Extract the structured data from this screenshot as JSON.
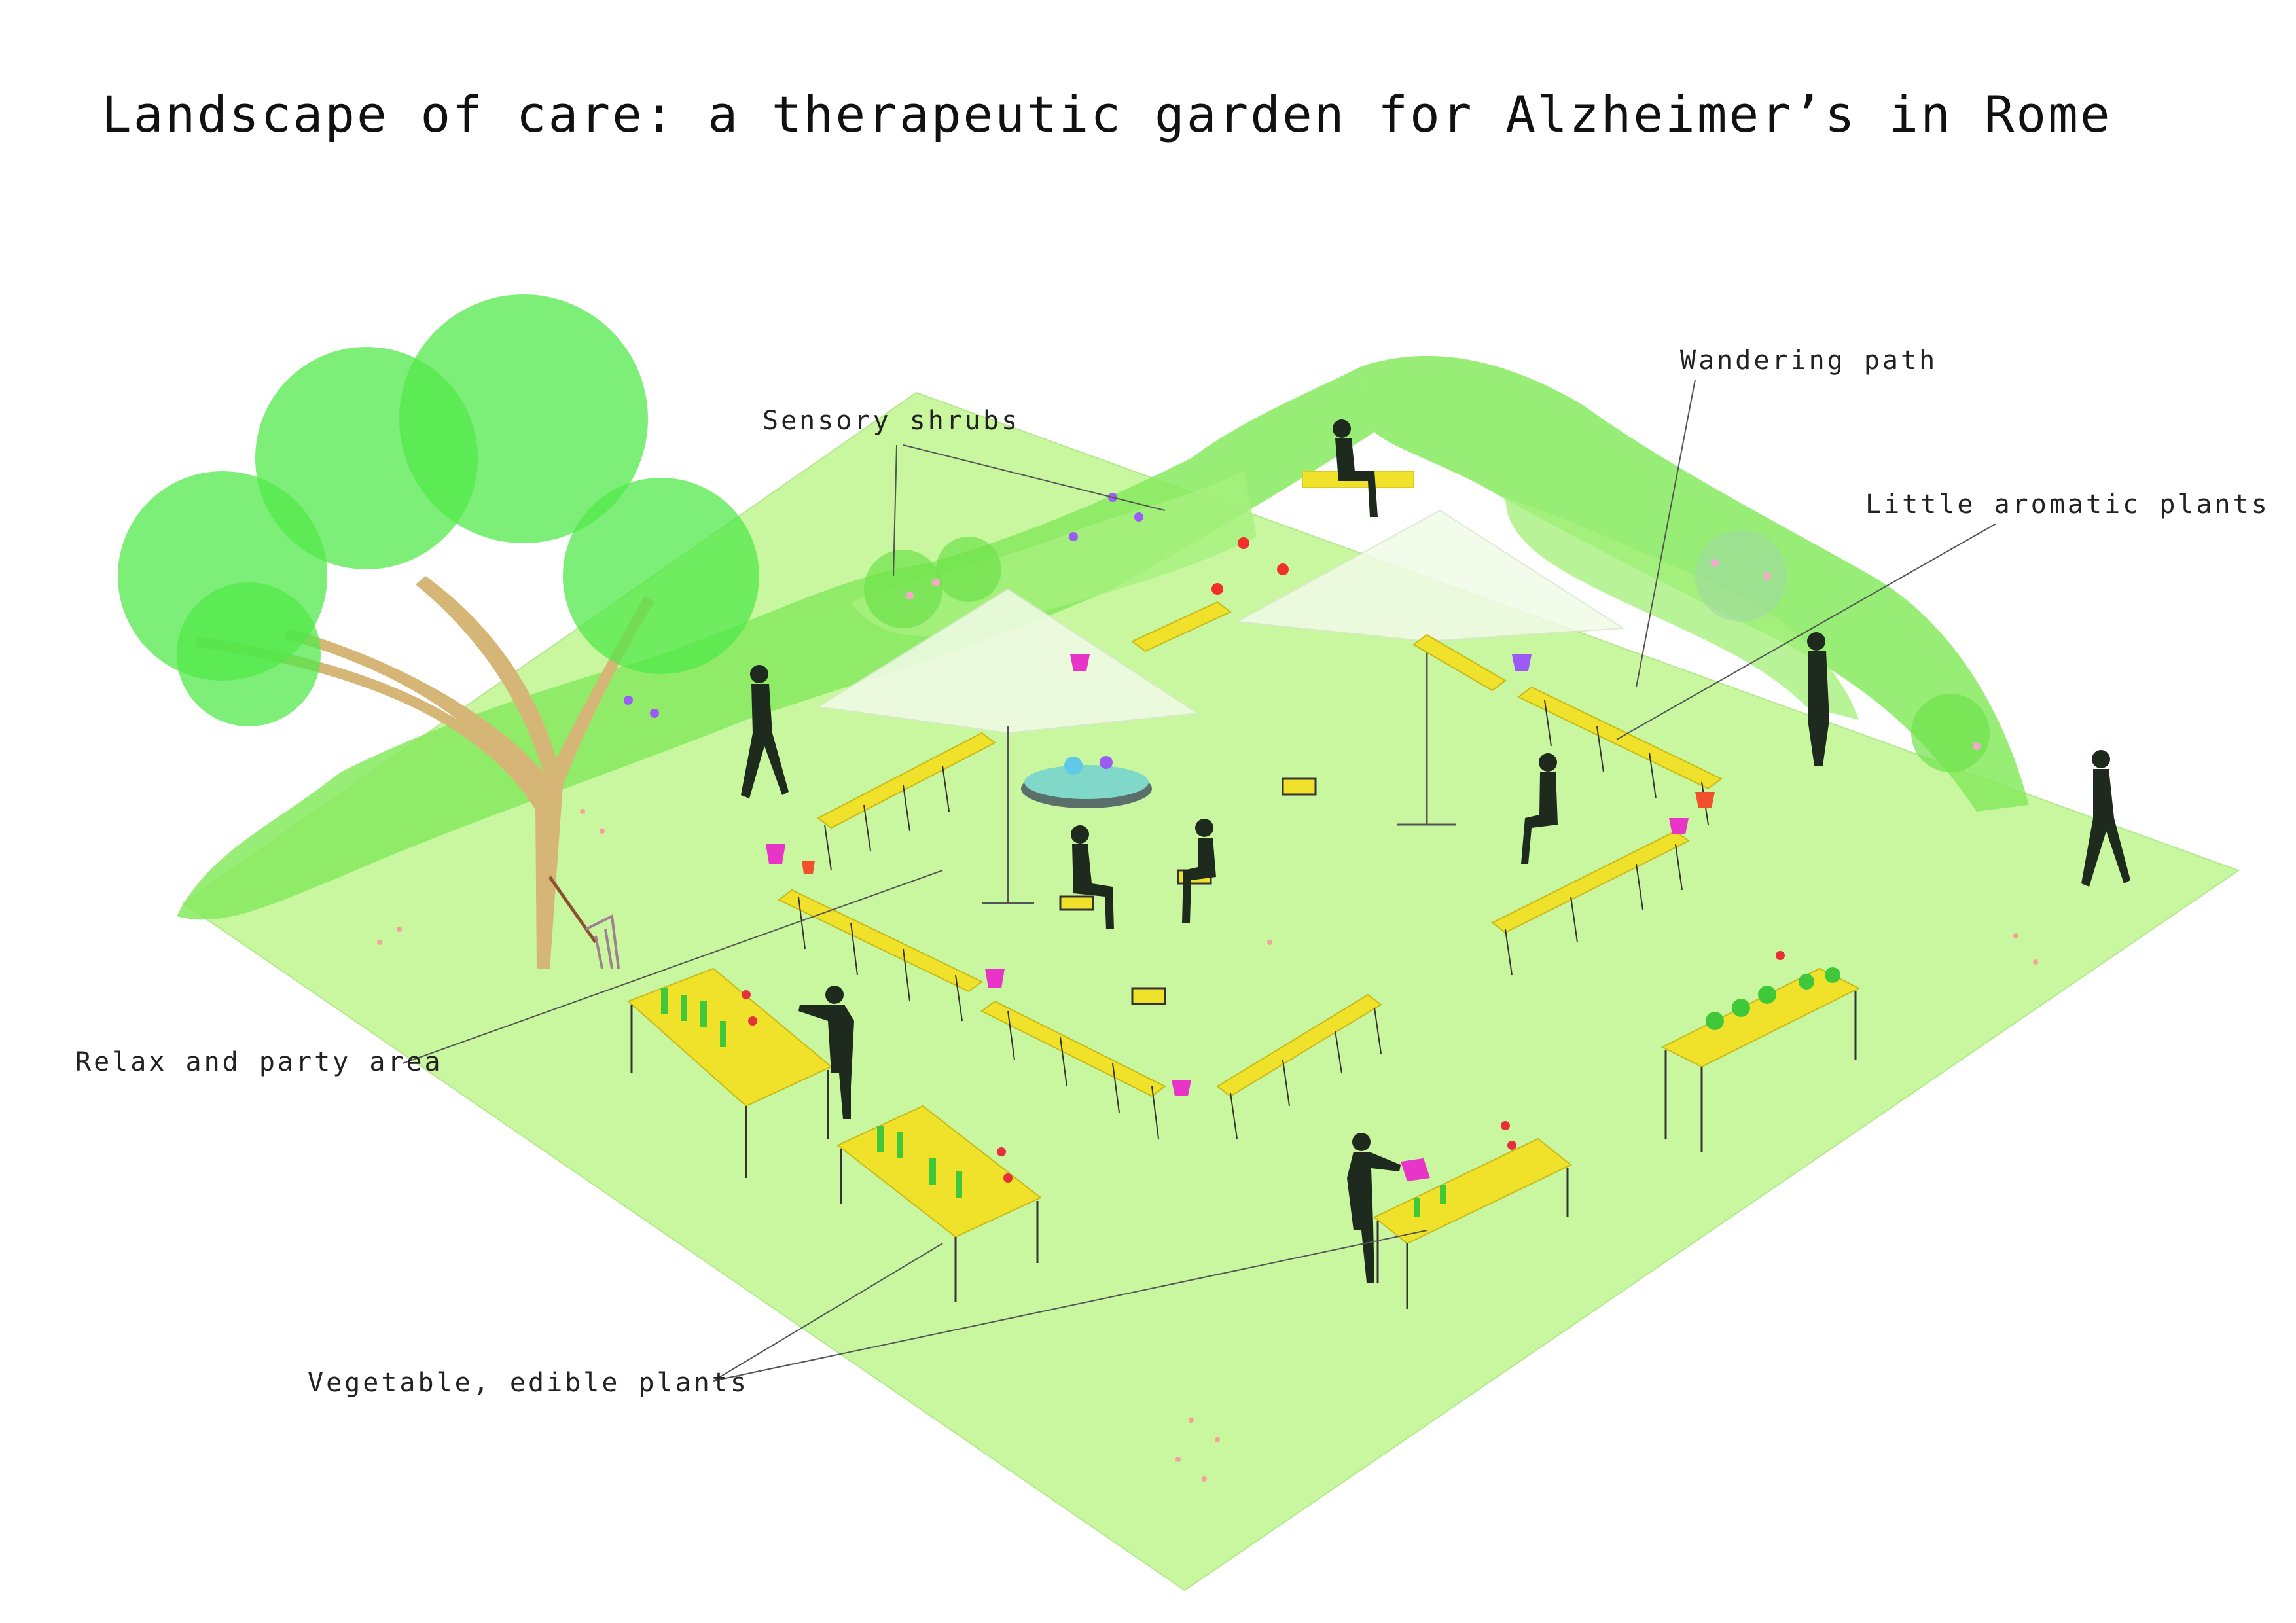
{
  "title": "Landscape of care: a therapeutic garden for Alzheimer’s in Rome",
  "labels": {
    "sensory_shrubs": "Sensory shrubs",
    "wandering_path": "Wandering path",
    "aromatic_plants": "Little aromatic plants",
    "relax_area": "Relax and party area",
    "vegetable_plants": "Vegetable, edible plants"
  },
  "colors": {
    "lawn": "#c8f7a0",
    "hedge": "#7fe85a",
    "tree_canopy": "#52e84a",
    "trunk": "#d6b676",
    "planter": "#f0e22a",
    "umbrella": "#f2fbe8",
    "figure": "#1e2a1e"
  }
}
